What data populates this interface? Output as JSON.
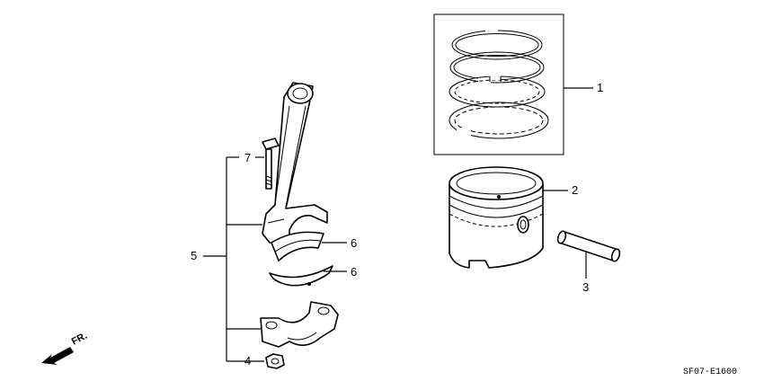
{
  "diagram_code": "SF07-E1600",
  "front_indicator": "FR.",
  "callouts": [
    {
      "id": "1",
      "part": "piston-ring-set"
    },
    {
      "id": "2",
      "part": "piston"
    },
    {
      "id": "3",
      "part": "piston-pin"
    },
    {
      "id": "4",
      "part": "connecting-rod-nut"
    },
    {
      "id": "5",
      "part": "connecting-rod-assembly"
    },
    {
      "id": "6a",
      "label": "6",
      "part": "bearing-upper"
    },
    {
      "id": "6b",
      "label": "6",
      "part": "bearing-lower"
    },
    {
      "id": "7",
      "part": "connecting-rod-bolt"
    }
  ],
  "labels": {
    "c1": "1",
    "c2": "2",
    "c3": "3",
    "c4": "4",
    "c5": "5",
    "c6a": "6",
    "c6b": "6",
    "c7": "7"
  }
}
